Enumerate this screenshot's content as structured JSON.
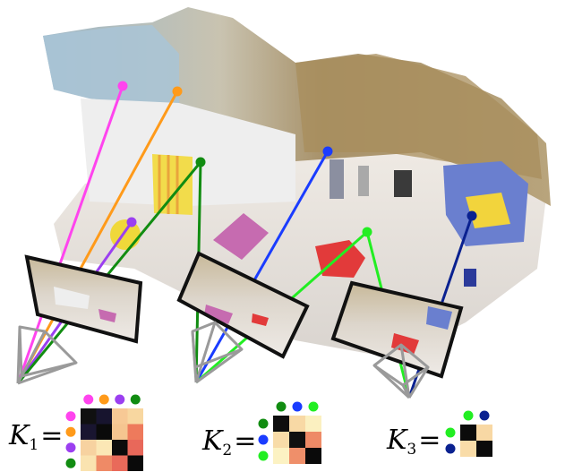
{
  "colors": {
    "magenta": "#ff44ee",
    "orange": "#ff9a1a",
    "purple": "#9b3ff0",
    "dark_green": "#118c11",
    "blue": "#1a3cff",
    "bright_green": "#22ee22",
    "navy": "#0a2190",
    "frustum": "#9a9a9a",
    "frame": "#111111"
  },
  "matrices": [
    {
      "symbol": "K",
      "subscript": "1",
      "equals": "=",
      "top_dots": [
        "magenta",
        "orange",
        "purple",
        "dark_green"
      ],
      "left_dots": [
        "magenta",
        "orange",
        "purple",
        "dark_green"
      ],
      "cells": [
        [
          "#101010",
          "#17142e",
          "#f7c995",
          "#f8d7a0"
        ],
        [
          "#191530",
          "#0a0a0a",
          "#f5c590",
          "#ee7a5c"
        ],
        [
          "#f7d2a0",
          "#fbe7b5",
          "#0c0c0c",
          "#e8685a"
        ],
        [
          "#fae3b0",
          "#ef8a66",
          "#e96a5a",
          "#0a0a0a"
        ]
      ]
    },
    {
      "symbol": "K",
      "subscript": "2",
      "equals": "=",
      "top_dots": [
        "dark_green",
        "blue",
        "bright_green"
      ],
      "left_dots": [
        "dark_green",
        "blue",
        "bright_green"
      ],
      "cells": [
        [
          "#0e0e0e",
          "#f8d9a5",
          "#fbf0c0"
        ],
        [
          "#f8dca8",
          "#101010",
          "#ee8a66"
        ],
        [
          "#fcf2c3",
          "#ef8f6a",
          "#0a0a0a"
        ]
      ]
    },
    {
      "symbol": "K",
      "subscript": "3",
      "equals": "=",
      "top_dots": [
        "bright_green",
        "navy"
      ],
      "left_dots": [
        "bright_green",
        "navy"
      ],
      "cells": [
        [
          "#0b0b0b",
          "#f8d8a4"
        ],
        [
          "#f9dca8",
          "#0b0b0b"
        ]
      ]
    }
  ]
}
